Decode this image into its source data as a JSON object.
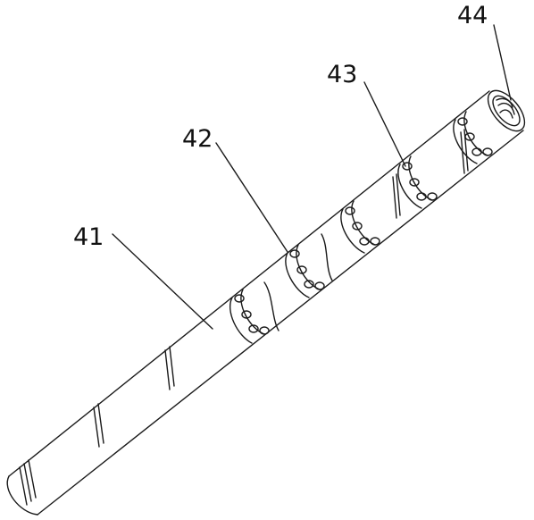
{
  "labels": {
    "l41": "41",
    "l42": "42",
    "l43": "43",
    "l44": "44"
  },
  "colors": {
    "stroke": "#1a1a1a",
    "background": "#ffffff"
  }
}
